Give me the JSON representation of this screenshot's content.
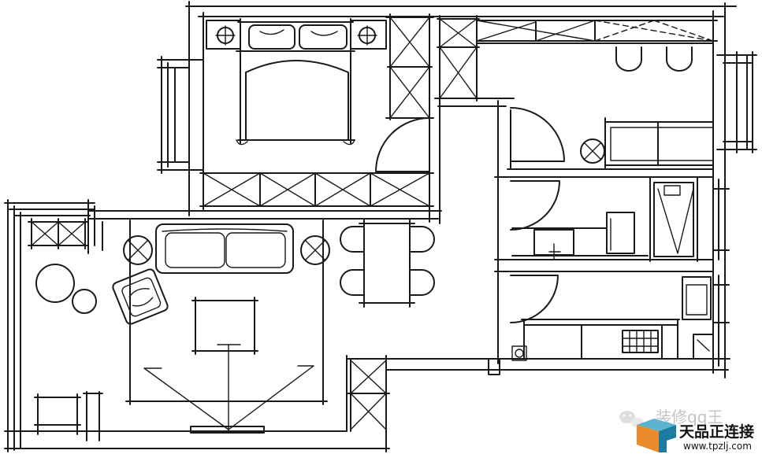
{
  "watermark": {
    "account_text": "装修qq王",
    "brand_name": "天品正连接",
    "url": "www.tpzlj.com",
    "wechat_icon": "wechat-icon",
    "logo_icon": "tpzlj-cube-logo-icon"
  },
  "colors": {
    "line": "#1a1a1a",
    "background": "#ffffff",
    "watermark_gray": "#c4c4c4",
    "logo_orange": "#ea8a2b",
    "logo_teal": "#1d7da0",
    "logo_light_teal": "#5bb3cf"
  }
}
